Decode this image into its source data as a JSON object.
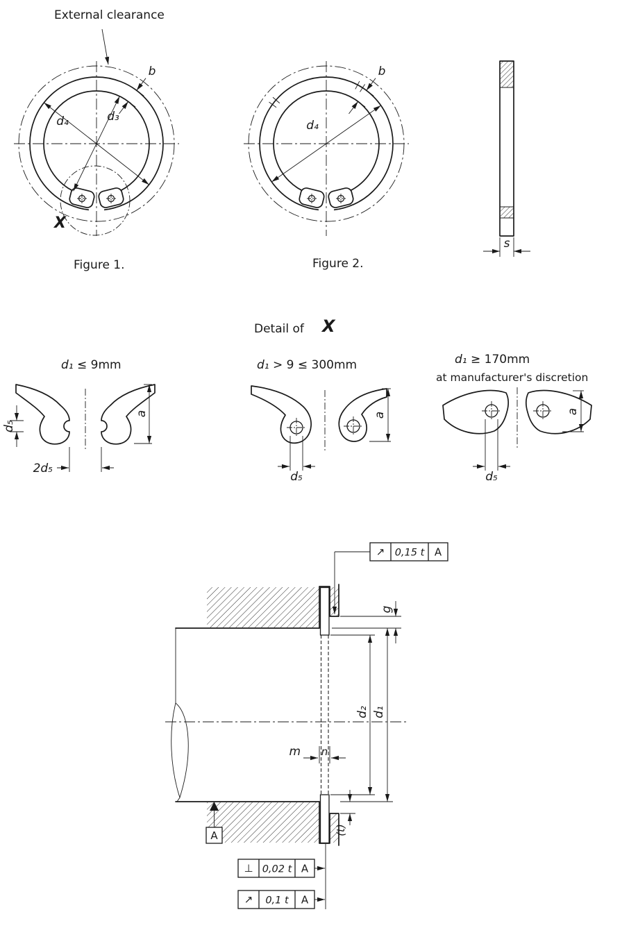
{
  "page": {
    "bg": "#ffffff",
    "ink": "#1a1a1a"
  },
  "top_figures": {
    "external_clearance": "External clearance",
    "figure1": {
      "caption": "Figure 1.",
      "dim_d4": "d₄",
      "dim_d3": "d₃",
      "dim_b": "b",
      "detail_marker": "X"
    },
    "figure2": {
      "caption": "Figure 2.",
      "dim_d4": "d₄",
      "dim_b": "b"
    },
    "side_view": {
      "dim_s": "s"
    }
  },
  "detail_section": {
    "heading_prefix": "Detail of",
    "heading_ref": "X",
    "variants": [
      {
        "sym": "d₁",
        "cond": " ≤ 9mm",
        "note": "",
        "d5": "d₅",
        "two_d5": "2d₅",
        "a": "a"
      },
      {
        "sym": "d₁",
        "cond": " > 9 ≤ 300mm",
        "note": "",
        "d5": "d₅",
        "a": "a"
      },
      {
        "sym": "d₁",
        "cond": " ≥ 170mm",
        "note": "at manufacturer's discretion",
        "d5": "d₅",
        "a": "a"
      }
    ]
  },
  "installation": {
    "dim_g": "g",
    "dim_d2": "d₂",
    "dim_d1": "d₁",
    "dim_m": "m",
    "dim_n": "n",
    "dim_t": "(t)",
    "datum_label": "A",
    "frames": [
      {
        "symbol": "↗",
        "value": "0,15 t",
        "datum": "A"
      },
      {
        "symbol": "⊥",
        "value": "0,02 t",
        "datum": "A"
      },
      {
        "symbol": "↗",
        "value": "0,1 t",
        "datum": "A"
      }
    ]
  }
}
